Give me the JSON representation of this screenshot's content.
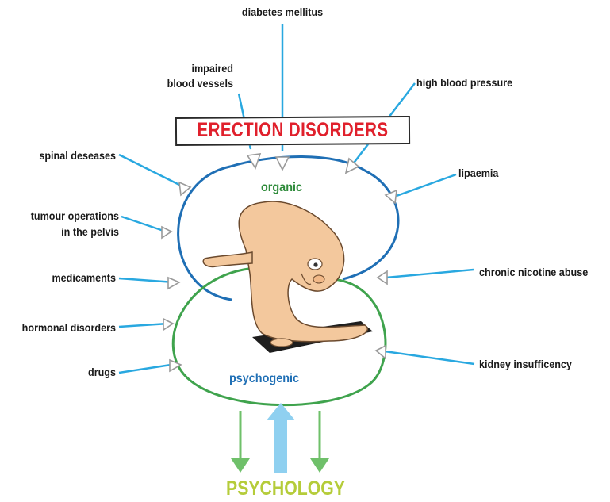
{
  "title": "ERECTION DISORDERS",
  "organic_label": "organic",
  "psychogenic_label": "psychogenic",
  "bottom_label": "PSYCHOLOGY",
  "organic_factors": {
    "diabetes": "diabetes mellitus",
    "vessels_line1": "impaired",
    "vessels_line2": "blood vessels",
    "blood_pressure": "high blood pressure",
    "spinal": "spinal deseases",
    "lipaemia": "lipaemia",
    "tumour_line1": "tumour operations",
    "tumour_line2": "in the pelvis"
  },
  "mixed_factors": {
    "medicaments": "medicaments",
    "nicotine": "chronic nicotine abuse",
    "hormonal": "hormonal disorders",
    "drugs": "drugs",
    "kidney": "kidney insufficency"
  },
  "colors": {
    "title": "#e0202c",
    "organic_loop": "#1f6fb5",
    "psychogenic_loop": "#3fa34d",
    "connector": "#29a8e0",
    "down_arrow": "#6fc06a",
    "up_arrow": "#8fd0f0",
    "bottom_label": "#b5cc3a"
  },
  "illustration": "figure-icon"
}
